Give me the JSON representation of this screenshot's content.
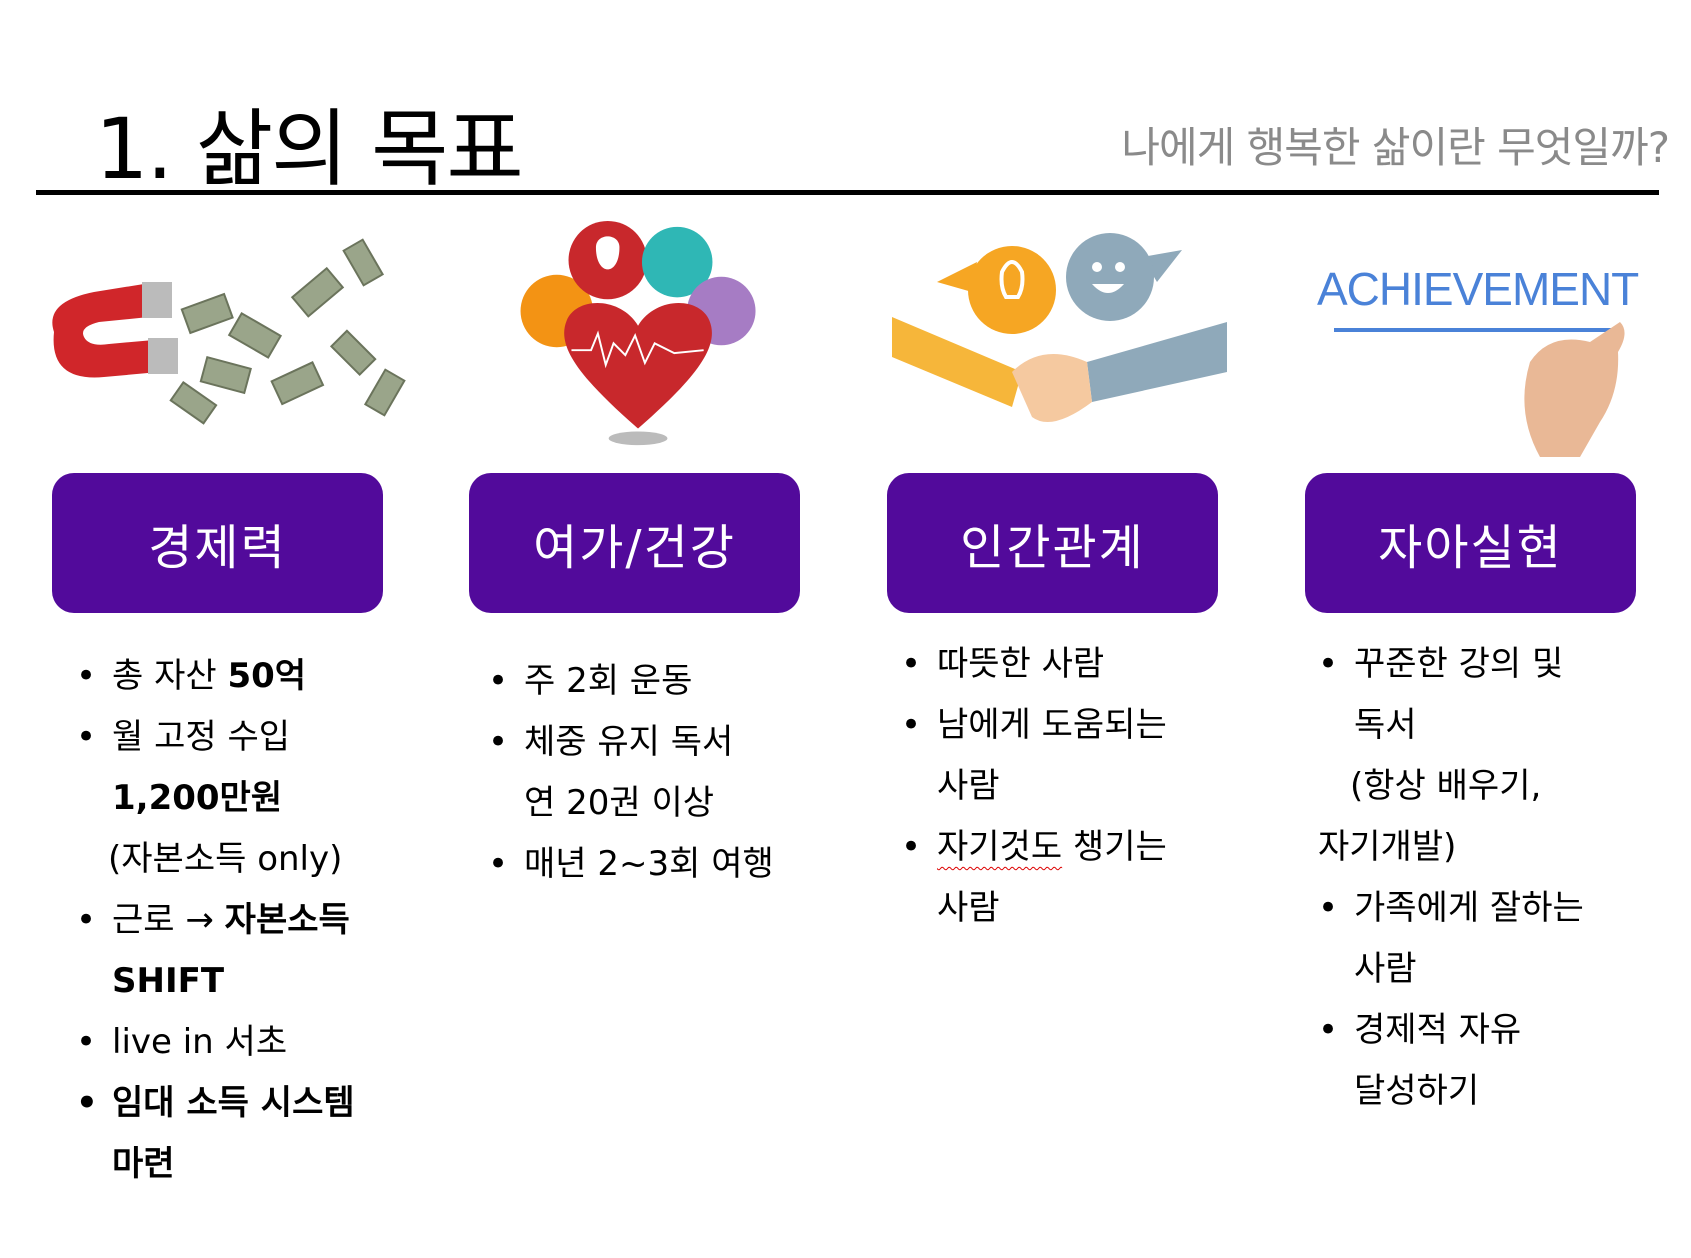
{
  "header": {
    "title": "1. 삶의 목표",
    "subtitle": "나에게 행복한 삶이란 무엇일까?"
  },
  "images": {
    "achievement_text": "ACHIEVEMENT"
  },
  "colors": {
    "box": "#520a9b",
    "subtitle": "#8a8a8a"
  },
  "columns": [
    {
      "heading": "경제력",
      "lines": [
        "총 자산 ",
        "50억",
        "월 고정 수입",
        "1,200만원",
        "(자본소득 only)",
        "근로 → ",
        "자본소득",
        "SHIFT",
        "live in 서초",
        "임대 소득 시스템",
        "마련"
      ]
    },
    {
      "heading": "여가/건강",
      "lines": [
        "주 2회 운동",
        "체중 유지 독서",
        "연 20권 이상",
        "매년 2~3회 여행"
      ]
    },
    {
      "heading": "인간관계",
      "lines": [
        "따뜻한 사람",
        "남에게 도움되는",
        "사람",
        "자기것도",
        " 챙기는",
        "사람"
      ]
    },
    {
      "heading": "자아실현",
      "lines": [
        "꾸준한 강의 및",
        "독서",
        "(항상 배우기,",
        "자기개발)",
        "가족에게 잘하는",
        "사람",
        "경제적 자유",
        "달성하기"
      ]
    }
  ]
}
